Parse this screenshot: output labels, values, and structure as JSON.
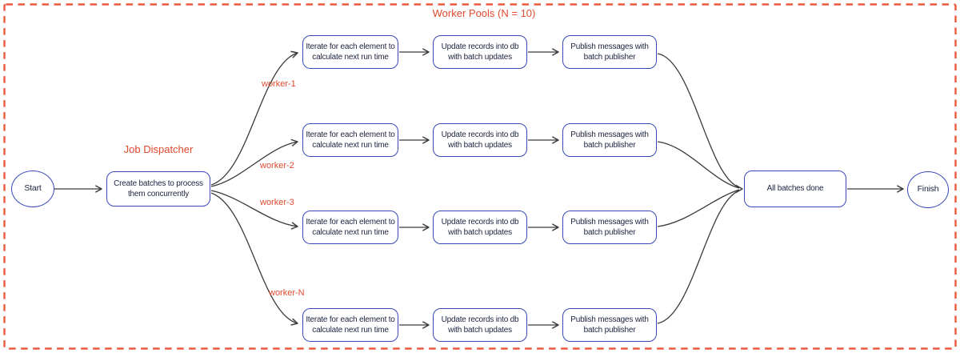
{
  "title": "Worker Pools (N = 10)",
  "labels": {
    "dispatcher": "Job Dispatcher",
    "workers": [
      "worker-1",
      "worker-2",
      "worker-3",
      "worker-N"
    ]
  },
  "nodes": {
    "start": "Start",
    "create_batches": "Create batches to process them concurrently",
    "iterate": "Iterate for each element to calculate next run time",
    "update_records": "Update records into db with batch updates",
    "publish_messages": "Publish messages with batch publisher",
    "all_batches_done": "All batches done",
    "finish": "Finish"
  },
  "colors": {
    "accent": "#e04a2e",
    "frame": "#ec593f",
    "node_border": "#3849b6",
    "node_text": "#1d2340",
    "edge": "#3a3a3a",
    "background": "#ffffff"
  }
}
